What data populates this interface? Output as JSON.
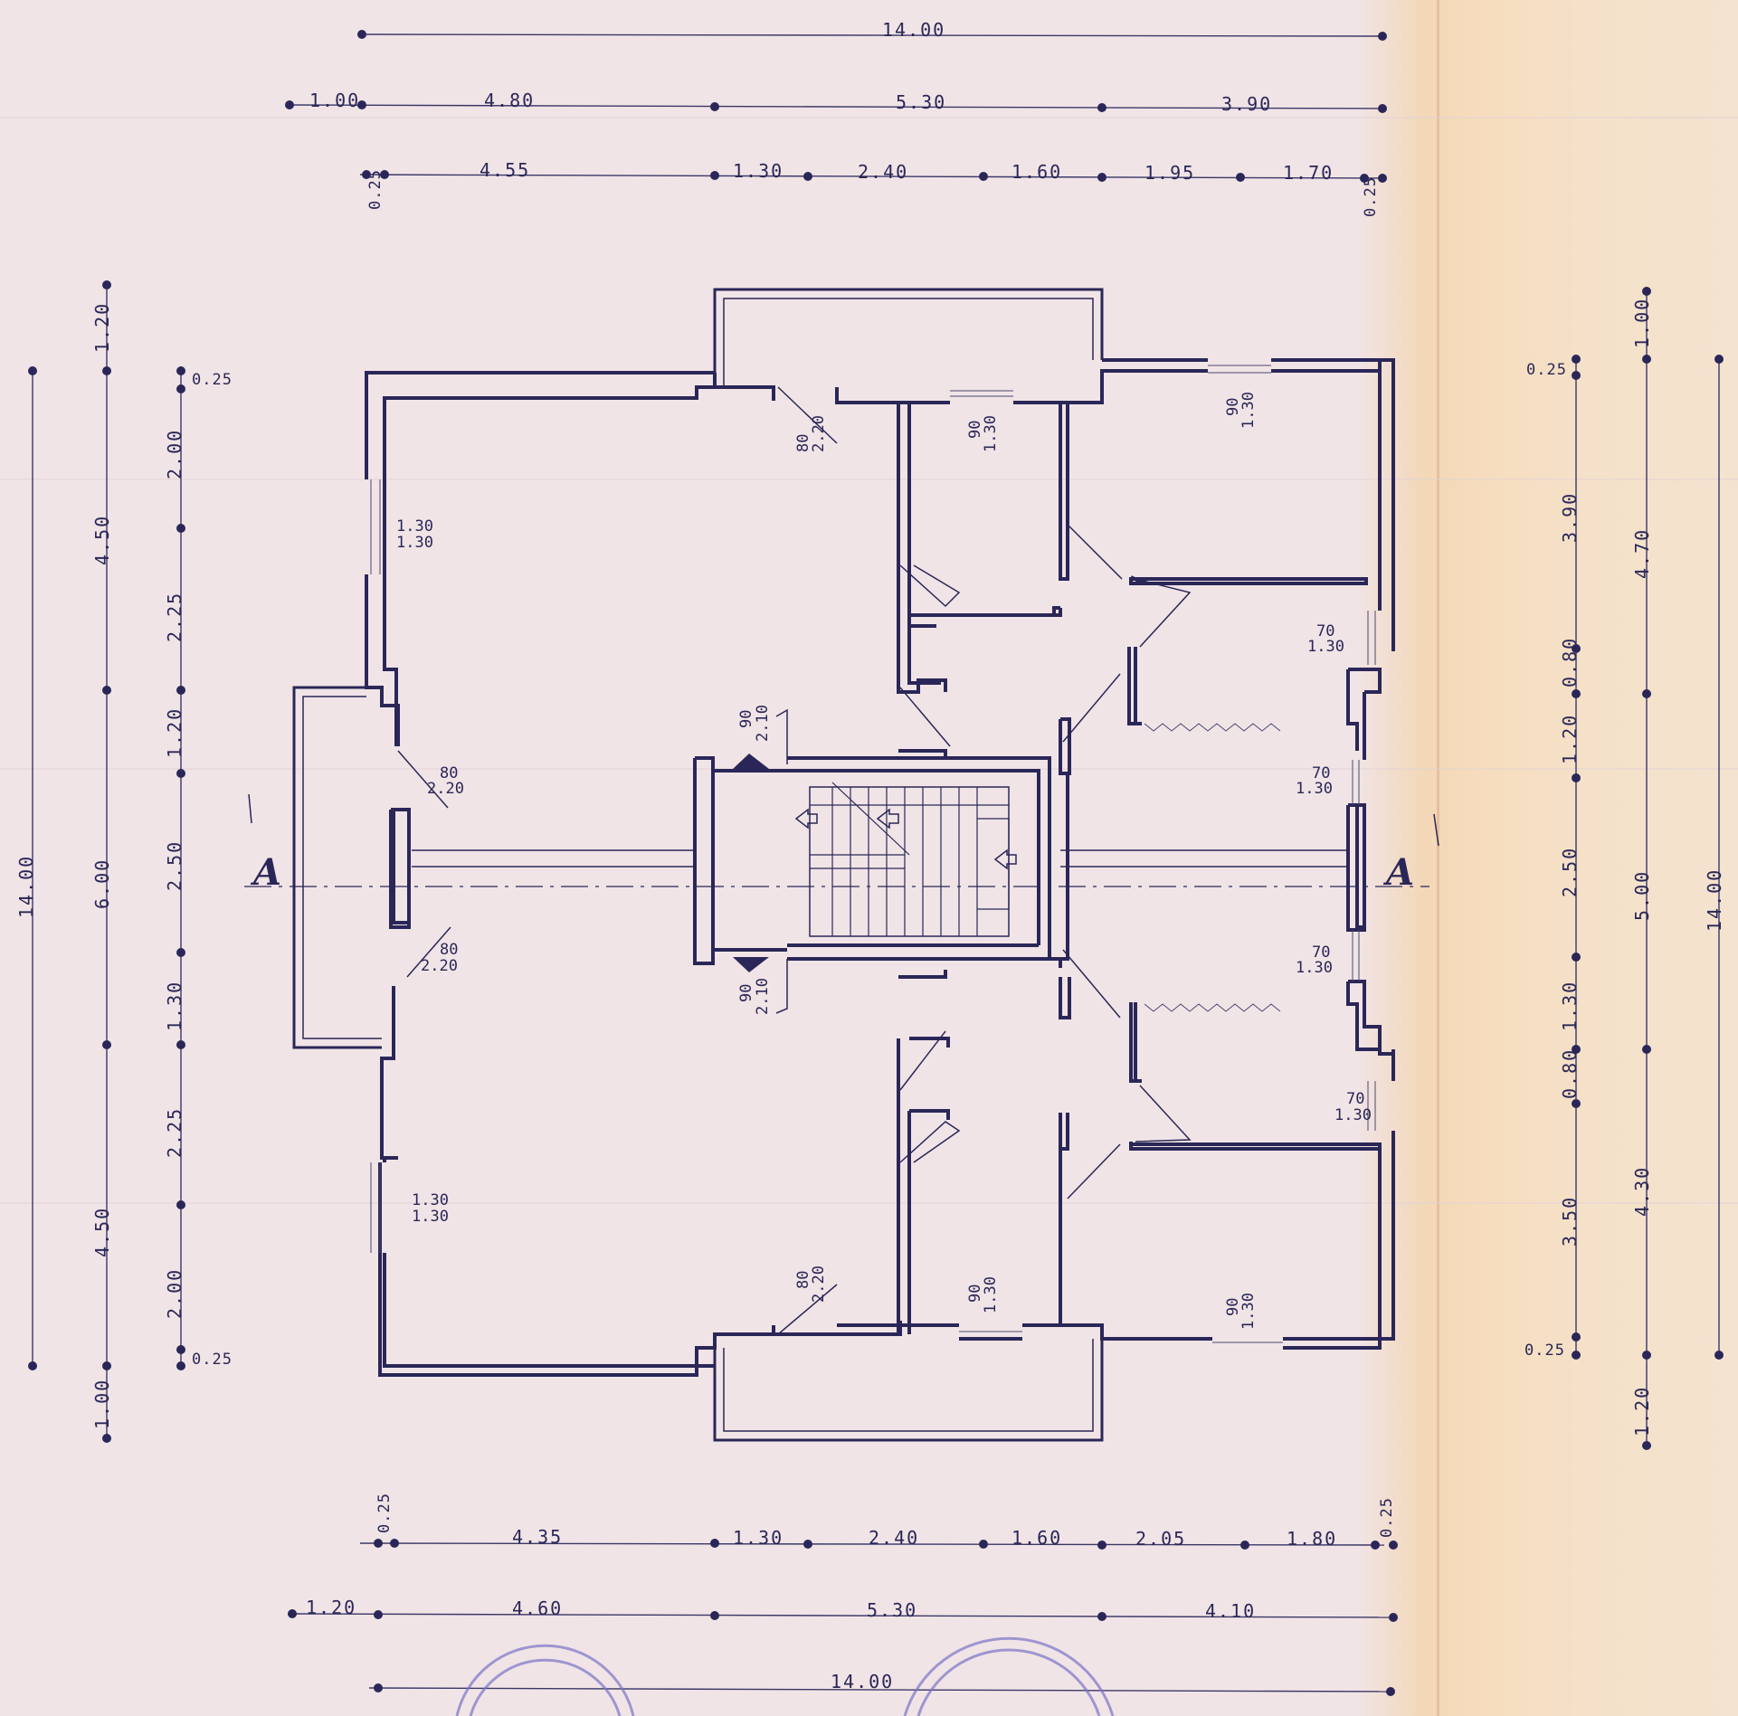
{
  "plan": {
    "section_label_left": "A",
    "section_label_right": "A",
    "top_dims": {
      "overall": "14.00",
      "row1": [
        "1.00",
        "4.80",
        "5.30",
        "3.90"
      ],
      "row2": [
        "4.55",
        "1.30",
        "2.40",
        "1.60",
        "1.95",
        "1.70"
      ],
      "edge_left": "0.25",
      "edge_right": "0.25"
    },
    "bottom_dims": {
      "row1": [
        "4.35",
        "1.30",
        "2.40",
        "1.60",
        "2.05",
        "1.80"
      ],
      "edge_left": "0.25",
      "edge_right": "0.25",
      "row2": [
        "1.20",
        "4.60",
        "5.30",
        "4.10"
      ],
      "overall": "14.00"
    },
    "left_dims": {
      "overall": "14.00",
      "mid": [
        "1.20",
        "4.50",
        "6.00",
        "4.50",
        "1.00"
      ],
      "inner": [
        "0.25",
        "2.00",
        "2.25",
        "1.20",
        "2.50",
        "1.30",
        "2.25",
        "2.00",
        "0.25"
      ]
    },
    "right_dims": {
      "inner": [
        "0.25",
        "3.90",
        "0.80",
        "1.20",
        "2.50",
        "1.30",
        "0.80",
        "3.50",
        "0.25"
      ],
      "mid": [
        "1.00",
        "4.70",
        "5.00",
        "4.30",
        "1.20"
      ],
      "overall": "14.00"
    },
    "openings": {
      "top_balcony_door": [
        "80",
        "2.20"
      ],
      "top_window_1": [
        "90",
        "1.30"
      ],
      "top_window_2": [
        "90",
        "1.30"
      ],
      "left_window_top": [
        "1.30",
        "1.30"
      ],
      "left_door_top": [
        "80",
        "2.20"
      ],
      "left_door_bottom": [
        "80",
        "2.20"
      ],
      "left_window_bottom": [
        "1.30",
        "1.30"
      ],
      "stair_door_top": [
        "90",
        "2.10"
      ],
      "stair_door_bottom": [
        "90",
        "2.10"
      ],
      "right_window_1": [
        "70",
        "1.30"
      ],
      "right_window_2": [
        "70",
        "1.30"
      ],
      "right_window_3": [
        "70",
        "1.30"
      ],
      "right_window_4": [
        "70",
        "1.30"
      ],
      "bottom_balcony_door": [
        "80",
        "2.20"
      ],
      "bottom_window_1": [
        "90",
        "1.30"
      ],
      "bottom_window_2": [
        "90",
        "1.30"
      ]
    }
  },
  "colors": {
    "paper": "#f1e4e6",
    "ink": "#2a2758",
    "paper_aged": "#f5dcbf",
    "stamp": "#7b74c8"
  }
}
